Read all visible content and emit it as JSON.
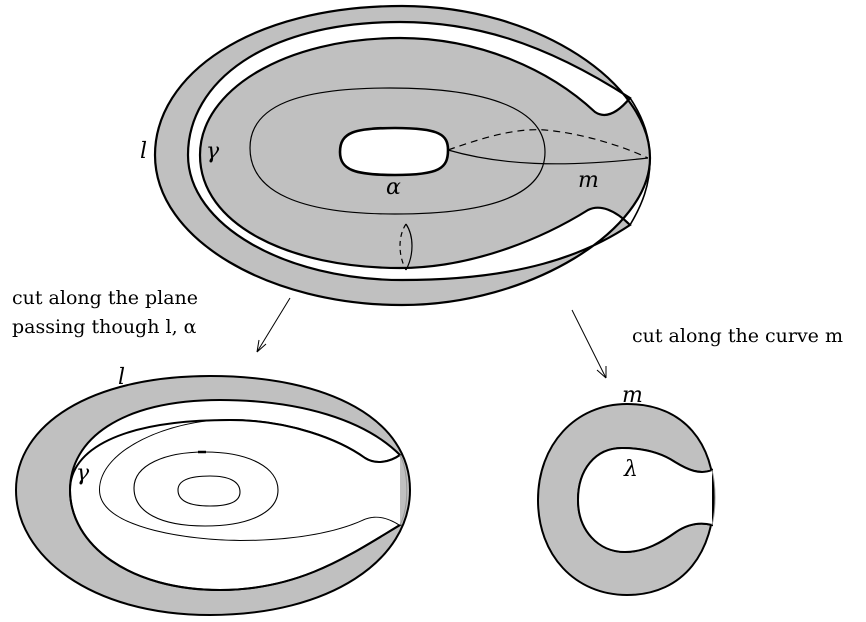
{
  "colors": {
    "fill": "#c0c0c0",
    "stroke": "#000000",
    "background": "#ffffff"
  },
  "torus": {
    "labels": {
      "outer": "l",
      "middle": "γ",
      "hole": "α",
      "meridian": "m"
    }
  },
  "caption_left": {
    "line1": "cut along the plane",
    "line2": "passing though l, α"
  },
  "caption_right": {
    "text": "cut along the curve m"
  },
  "disk_left": {
    "labels": {
      "top": "l",
      "inner": "γ"
    }
  },
  "disk_right": {
    "labels": {
      "top": "m",
      "inner": "λ"
    }
  }
}
